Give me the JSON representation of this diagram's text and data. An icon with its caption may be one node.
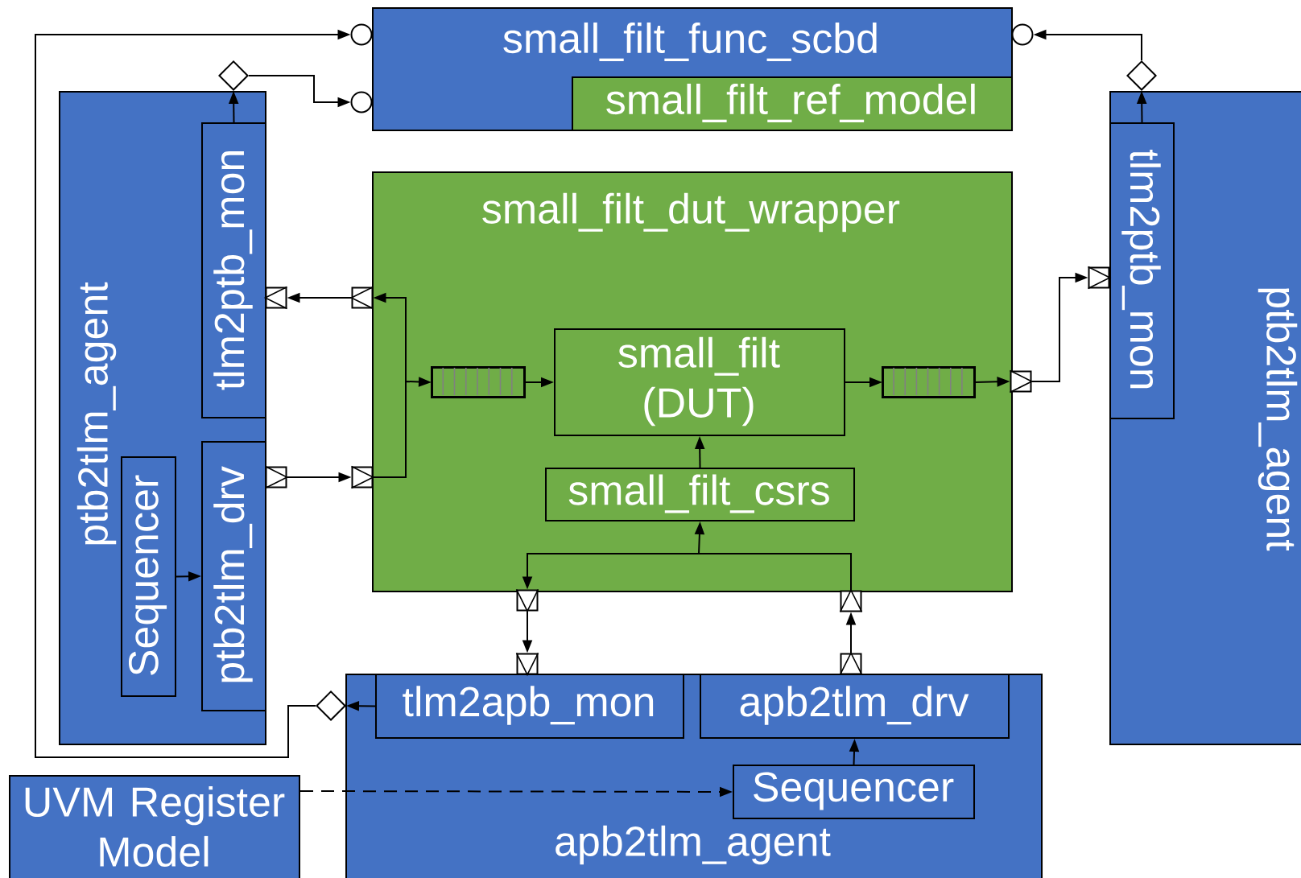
{
  "diagram": {
    "nodes": [
      {
        "text": [
          "small_filt_func_scbd"
        ]
      },
      {
        "text": [
          "small_filt_ref_model"
        ],
        "in": 0
      },
      {
        "text": [
          "small_filt_dut_wrapper"
        ]
      },
      {
        "text": [
          "small_filt (DUT)"
        ],
        "in": 2
      },
      {
        "text": [
          "small_filt_csrs"
        ],
        "in": 2
      },
      {
        "text": [],
        "shape": "bar",
        "in": 2
      },
      {
        "text": [],
        "shape": "bar",
        "in": 2
      },
      {
        "text": [
          "ptb2tlm_agent"
        ]
      },
      {
        "text": [
          "tlm2ptb_mon"
        ],
        "in": 7
      },
      {
        "text": [
          "Sequencer"
        ],
        "in": 7
      },
      {
        "text": [
          "ptb2tlm_drv"
        ],
        "in": 7
      },
      {
        "text": [
          "ptb2tlm_agent"
        ]
      },
      {
        "text": [
          "tlm2ptb_mon"
        ],
        "in": 11
      },
      {
        "text": [
          "apb2tlm_agent"
        ]
      },
      {
        "text": [
          "tlm2apb_mon"
        ],
        "in": 13
      },
      {
        "text": [
          "apb2tlm_drv"
        ],
        "in": 13
      },
      {
        "text": [
          "Sequencer"
        ],
        "in": 13
      },
      {
        "text": [
          "UVM Register Model"
        ]
      },
      {
        "text": [],
        "shape": "circle"
      },
      {
        "text": [],
        "shape": "circle"
      },
      {
        "text": [],
        "shape": "circle"
      },
      {
        "text": [],
        "shape": "diamond"
      },
      {
        "text": [],
        "shape": "diamond"
      },
      {
        "text": [],
        "shape": "diamond"
      },
      {
        "text": [],
        "shape": "box"
      },
      {
        "text": [],
        "shape": "box"
      },
      {
        "text": [],
        "shape": "box"
      },
      {
        "text": [],
        "shape": "box"
      },
      {
        "text": [],
        "shape": "box"
      },
      {
        "text": [],
        "shape": "box"
      },
      {
        "text": [],
        "shape": "box"
      },
      {
        "text": [],
        "shape": "box"
      },
      {
        "text": [],
        "shape": "box"
      },
      {
        "text": [],
        "shape": "box"
      }
    ],
    "edges": [
      {
        "from": 23,
        "to": 18,
        "arrow": "to"
      },
      {
        "from": 21,
        "to": 19,
        "arrow": "to"
      },
      {
        "from": 22,
        "to": 20,
        "arrow": "to"
      },
      {
        "from": 8,
        "to": 21,
        "arrow": "to"
      },
      {
        "from": 12,
        "to": 22,
        "arrow": "to"
      },
      {
        "from": 14,
        "to": 23,
        "arrow": "to"
      },
      {
        "from": 25,
        "to": 24,
        "arrow": "to"
      },
      {
        "from": 26,
        "to": 27,
        "arrow": "to"
      },
      {
        "from": 27,
        "to": 25,
        "arrow": "to"
      },
      {
        "from": 27,
        "to": 5,
        "arrow": "to"
      },
      {
        "from": 5,
        "to": 3,
        "arrow": "to"
      },
      {
        "from": 3,
        "to": 6,
        "arrow": "to"
      },
      {
        "from": 6,
        "to": 28,
        "arrow": "to"
      },
      {
        "from": 28,
        "to": 29,
        "arrow": "to"
      },
      {
        "from": 4,
        "to": 3,
        "arrow": "to"
      },
      {
        "from": 32,
        "to": 4,
        "arrow": "to"
      },
      {
        "from": 32,
        "to": 30,
        "arrow": "to"
      },
      {
        "from": 30,
        "to": 31,
        "arrow": "to"
      },
      {
        "from": 33,
        "to": 32,
        "arrow": "to"
      },
      {
        "from": 16,
        "to": 15,
        "arrow": "to"
      },
      {
        "from": 9,
        "to": 10,
        "arrow": "to"
      },
      {
        "from": 17,
        "to": 16,
        "arrow": "to",
        "style": "dashed"
      }
    ]
  }
}
